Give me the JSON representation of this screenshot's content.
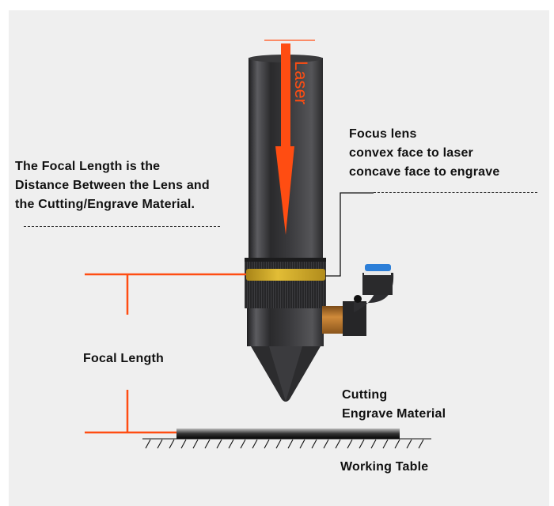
{
  "diagram": {
    "title_vertical": "Laser",
    "definition": {
      "lines": [
        "The Focal Length is the",
        "Distance Between the Lens and",
        "the Cutting/Engrave Material."
      ]
    },
    "focus_lens": {
      "lines": [
        "Focus lens",
        "convex face to laser",
        "concave face to engrave"
      ]
    },
    "focal_length_label": "Focal Length",
    "material_label": {
      "lines": [
        "Cutting",
        "Engrave Material"
      ]
    },
    "table_label": "Working Table",
    "colors": {
      "background": "#efefef",
      "accent_orange": "#ff4d12",
      "tube_dark": "#2f2f31",
      "lens_ring_yellow": "#d8b12a",
      "fitting_blue": "#2d7fd8",
      "brass": "#b8732a"
    }
  }
}
